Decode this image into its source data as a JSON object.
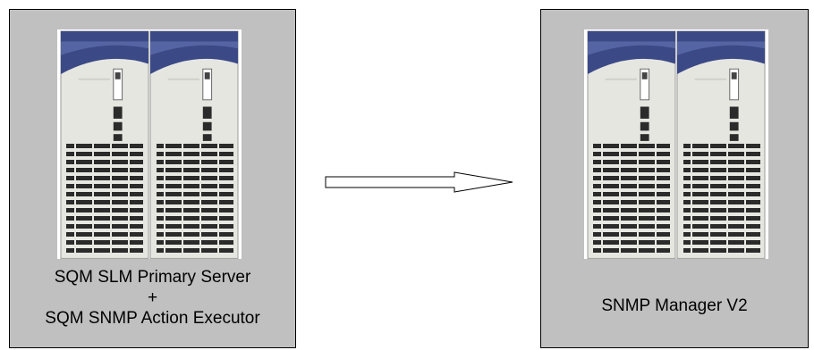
{
  "source_node": {
    "label_lines": [
      "SQM SLM Primary Server",
      "+",
      "SQM SNMP Action Executor"
    ],
    "image": "server-cabinet-icon"
  },
  "target_node": {
    "label_lines": [
      "SNMP Manager V2"
    ],
    "image": "server-cabinet-icon"
  },
  "connector": {
    "type": "arrow-right"
  },
  "colors": {
    "box_fill": "#c0c0c0",
    "box_border": "#000000",
    "server_blue": "#3f4f8f"
  }
}
